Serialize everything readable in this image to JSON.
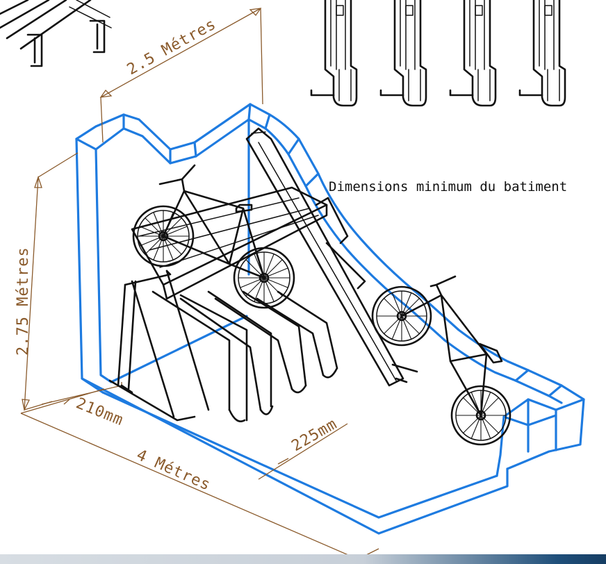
{
  "labels": {
    "depth": "2.5 Métres",
    "height": "2.75 Métres",
    "width": "4 Métres",
    "left_gap": "210mm",
    "right_gap": "225mm",
    "note": "Dimensions minimum du batiment"
  },
  "colors": {
    "building_outline": "#1e7be0",
    "dimension": "#8a5a2b",
    "ink": "#111111"
  }
}
